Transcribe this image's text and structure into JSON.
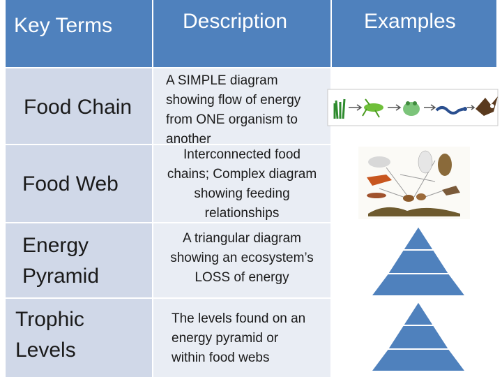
{
  "header": {
    "key_terms": "Key Terms",
    "description": "Description",
    "examples": "Examples"
  },
  "rows": [
    {
      "term": [
        "Food Chain"
      ],
      "description": [
        "A SIMPLE diagram",
        "showing flow of energy",
        "from ONE organism to",
        "another"
      ],
      "example_icon": "food-chain-illustration"
    },
    {
      "term": [
        "Food Web"
      ],
      "description": [
        "Interconnected food",
        "chains; Complex diagram",
        "showing feeding",
        "relationships"
      ],
      "example_icon": "food-web-illustration"
    },
    {
      "term": [
        "Energy",
        "Pyramid"
      ],
      "description": [
        "A triangular diagram",
        "showing an ecosystem’s",
        "LOSS of energy"
      ],
      "example_icon": "energy-pyramid-icon"
    },
    {
      "term": [
        "Trophic",
        "Levels"
      ],
      "description": [
        "The levels found on an",
        "energy pyramid or",
        "within food webs"
      ],
      "example_icon": "energy-pyramid-icon"
    }
  ],
  "colors": {
    "header_blue": "#4f81bd",
    "term_fill": "#d0d8e8",
    "description_fill": "#e9edf4",
    "pyramid_fill": "#4f81bd"
  }
}
